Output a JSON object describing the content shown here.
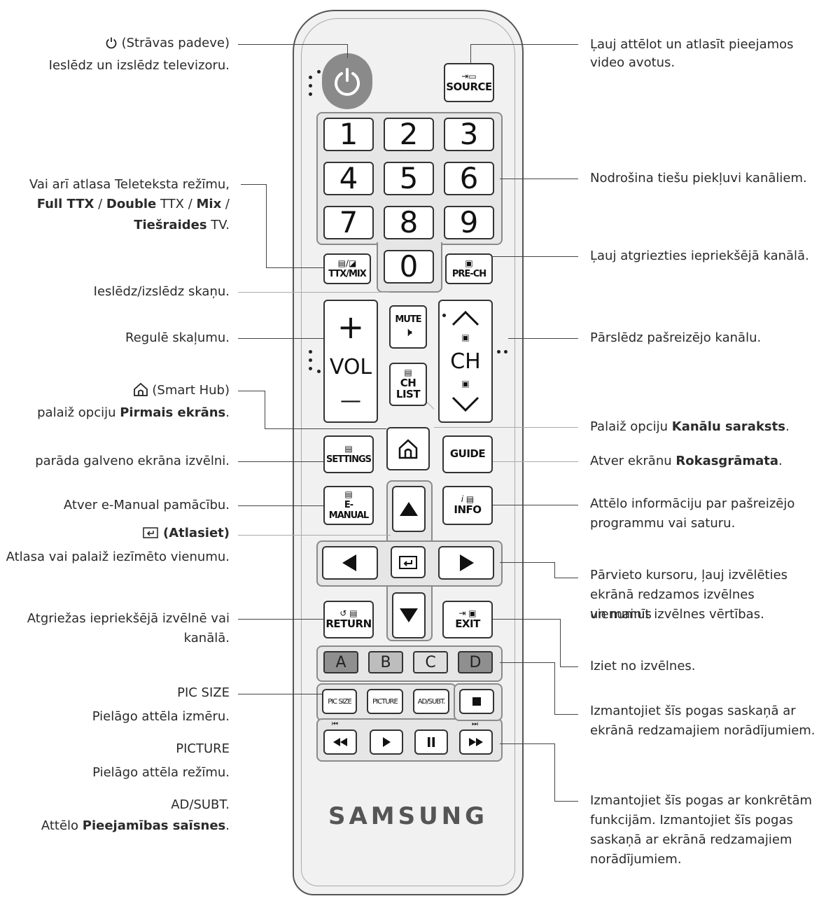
{
  "labels_left": {
    "power_title": "(Strāvas padeve)",
    "power_desc": "Ieslēdz un izslēdz televizoru.",
    "ttx_l1": "Vai arī atlasa Teleteksta režīmu,",
    "ttx_l2_b1": "Full TTX",
    "ttx_l2_t1": " / ",
    "ttx_l2_b2": "Double",
    "ttx_l2_t2": " TTX / ",
    "ttx_l2_b3": "Mix",
    "ttx_l2_t3": " /",
    "ttx_l3_b": "Tiešraides",
    "ttx_l3_t": " TV.",
    "mute": "Ieslēdz/izslēdz skaņu.",
    "vol": "Regulē skaļumu.",
    "smarthub_title": "(Smart Hub)",
    "smarthub_pre": "palaiž opciju ",
    "smarthub_b": "Pirmais ekrāns",
    "smarthub_post": ".",
    "settings": "parāda galveno ekrāna izvēlni.",
    "emanual": "Atver e-Manual pamācību.",
    "select_title": "(Atlasiet)",
    "select_desc": "Atlasa vai palaiž iezīmēto vienumu.",
    "return_l1": "Atgriežas iepriekšējā izvēlnē vai",
    "return_l2": "kanālā.",
    "picsize_title": "PIC SIZE",
    "picsize_desc": "Pielāgo attēla izmēru.",
    "picture_title": "PICTURE",
    "picture_desc": "Pielāgo attēla režīmu.",
    "adsubt_title": "AD/SUBT.",
    "adsubt_pre": "Attēlo ",
    "adsubt_b": "Pieejamības saīsnes",
    "adsubt_post": "."
  },
  "labels_right": {
    "source_l1": "Ļauj attēlot un atlasīt pieejamos",
    "source_l2": "video avotus.",
    "numbers": "Nodrošina tiešu piekļuvi kanāliem.",
    "prech": "Ļauj atgriezties iepriekšējā kanālā.",
    "ch": "Pārslēdz pašreizējo kanālu.",
    "chlist_pre": "Palaiž opciju ",
    "chlist_b": "Kanālu saraksts",
    "chlist_post": ".",
    "guide_pre": "Atver ekrānu ",
    "guide_b": "Rokasgrāmata",
    "guide_post": ".",
    "info_l1": "Attēlo informāciju par pašreizējo",
    "info_l2": "programmu vai saturu.",
    "nav_l1": "Pārvieto kursoru, ļauj izvēlēties",
    "nav_l2": "ekrānā redzamos izvēlnes vienumus",
    "nav_l3": "un mainīt izvēlnes vērtības.",
    "exit": "Iziet no izvēlnes.",
    "color_l1": "Izmantojiet šīs pogas saskaņā ar",
    "color_l2": "ekrānā redzamajiem norādījumiem.",
    "media_l1": "Izmantojiet šīs pogas ar konkrētām",
    "media_l2": "funkcijām. Izmantojiet šīs pogas",
    "media_l3": "saskaņā ar ekrānā redzamajiem",
    "media_l4": "norādījumiem."
  },
  "remote": {
    "source": "SOURCE",
    "numbers": [
      "1",
      "2",
      "3",
      "4",
      "5",
      "6",
      "7",
      "8",
      "9",
      "0"
    ],
    "ttx": "TTX/MIX",
    "prech": "PRE-CH",
    "mute": "MUTE",
    "vol": "VOL",
    "vol_plus": "+",
    "vol_minus": "—",
    "ch": "CH",
    "chlist_l1": "CH",
    "chlist_l2": "LIST",
    "settings": "SETTINGS",
    "guide": "GUIDE",
    "emanual": "E-MANUAL",
    "info_icon": "i",
    "info": "INFO",
    "return": "RETURN",
    "exit": "EXIT",
    "color_keys": [
      "A",
      "B",
      "C",
      "D"
    ],
    "picsize": "PIC SIZE",
    "picture": "PICTURE",
    "adsubt": "AD/SUBT.",
    "brand": "SAMSUNG"
  },
  "colors": {
    "key_a": "#8f8f8f",
    "key_b": "#bdbdbd",
    "key_c": "#dedede",
    "key_d": "#8f8f8f",
    "power_button": "#8a8a8a"
  }
}
